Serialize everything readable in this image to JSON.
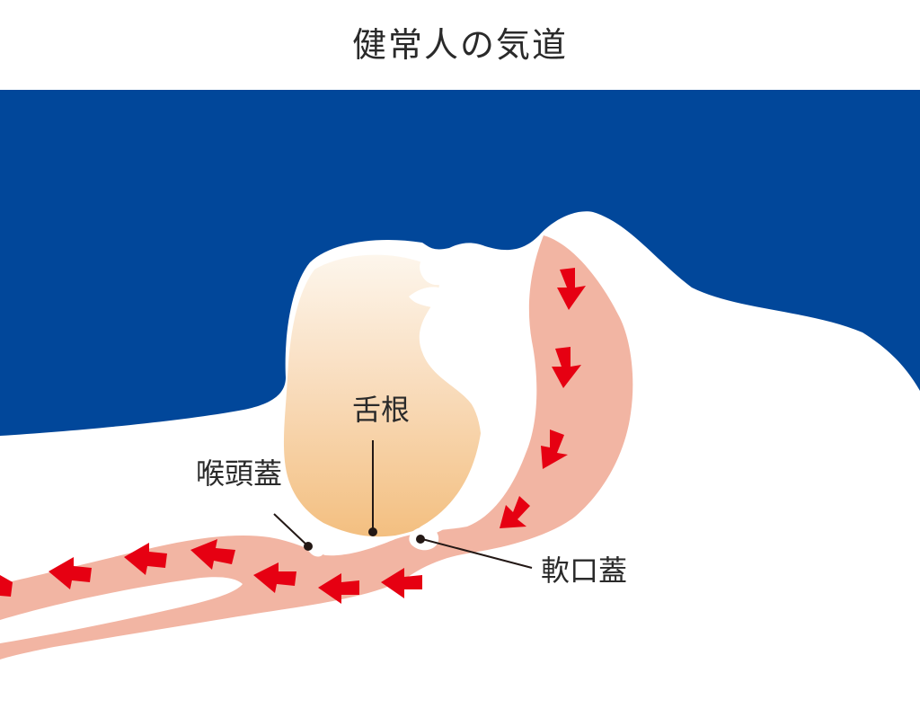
{
  "title": "健常人の気道",
  "labels": {
    "tongue_root": "舌根",
    "epiglottis": "喉頭蓋",
    "soft_palate": "軟口蓋"
  },
  "colors": {
    "background": "#01479A",
    "body": "#FFFFFF",
    "airway": "#F2B5A3",
    "tongue_top": "#FDF6EC",
    "tongue_bottom": "#F3BF80",
    "arrow": "#E60012",
    "line": "#231815"
  },
  "airflow": {
    "direction": "nose-to-trachea"
  }
}
